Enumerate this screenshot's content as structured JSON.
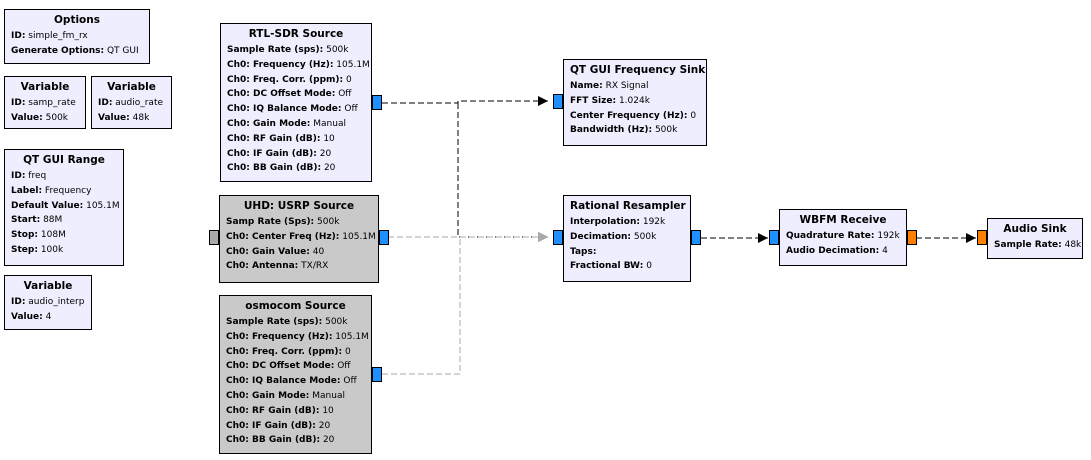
{
  "blocks": {
    "options": {
      "title": "Options",
      "params": [
        {
          "label": "ID:",
          "value": "simple_fm_rx"
        },
        {
          "label": "Generate Options:",
          "value": "QT GUI"
        }
      ]
    },
    "var_samp_rate": {
      "title": "Variable",
      "params": [
        {
          "label": "ID:",
          "value": "samp_rate"
        },
        {
          "label": "Value:",
          "value": "500k"
        }
      ]
    },
    "var_audio_rate": {
      "title": "Variable",
      "params": [
        {
          "label": "ID:",
          "value": "audio_rate"
        },
        {
          "label": "Value:",
          "value": "48k"
        }
      ]
    },
    "qt_range": {
      "title": "QT GUI Range",
      "params": [
        {
          "label": "ID:",
          "value": "freq"
        },
        {
          "label": "Label:",
          "value": "Frequency"
        },
        {
          "label": "Default Value:",
          "value": "105.1M"
        },
        {
          "label": "Start:",
          "value": "88M"
        },
        {
          "label": "Stop:",
          "value": "108M"
        },
        {
          "label": "Step:",
          "value": "100k"
        }
      ]
    },
    "var_audio_interp": {
      "title": "Variable",
      "params": [
        {
          "label": "ID:",
          "value": "audio_interp"
        },
        {
          "label": "Value:",
          "value": "4"
        }
      ]
    },
    "rtl_source": {
      "title": "RTL-SDR Source",
      "params": [
        {
          "label": "Sample Rate (sps):",
          "value": "500k"
        },
        {
          "label": "Ch0: Frequency (Hz):",
          "value": "105.1M"
        },
        {
          "label": "Ch0: Freq. Corr. (ppm):",
          "value": "0"
        },
        {
          "label": "Ch0: DC Offset Mode:",
          "value": "Off"
        },
        {
          "label": "Ch0: IQ Balance Mode:",
          "value": "Off"
        },
        {
          "label": "Ch0: Gain Mode:",
          "value": "Manual"
        },
        {
          "label": "Ch0: RF Gain (dB):",
          "value": "10"
        },
        {
          "label": "Ch0: IF Gain (dB):",
          "value": "20"
        },
        {
          "label": "Ch0: BB Gain (dB):",
          "value": "20"
        }
      ]
    },
    "uhd_source": {
      "title": "UHD: USRP Source",
      "params": [
        {
          "label": "Samp Rate (Sps):",
          "value": "500k"
        },
        {
          "label": "Ch0: Center Freq (Hz):",
          "value": "105.1M"
        },
        {
          "label": "Ch0: Gain Value:",
          "value": "40"
        },
        {
          "label": "Ch0: Antenna:",
          "value": "TX/RX"
        }
      ]
    },
    "osmocom_source": {
      "title": "osmocom Source",
      "params": [
        {
          "label": "Sample Rate (sps):",
          "value": "500k"
        },
        {
          "label": "Ch0: Frequency (Hz):",
          "value": "105.1M"
        },
        {
          "label": "Ch0: Freq. Corr. (ppm):",
          "value": "0"
        },
        {
          "label": "Ch0: DC Offset Mode:",
          "value": "Off"
        },
        {
          "label": "Ch0: IQ Balance Mode:",
          "value": "Off"
        },
        {
          "label": "Ch0: Gain Mode:",
          "value": "Manual"
        },
        {
          "label": "Ch0: RF Gain (dB):",
          "value": "10"
        },
        {
          "label": "Ch0: IF Gain (dB):",
          "value": "20"
        },
        {
          "label": "Ch0: BB Gain (dB):",
          "value": "20"
        }
      ]
    },
    "freq_sink": {
      "title": "QT GUI Frequency Sink",
      "params": [
        {
          "label": "Name:",
          "value": "RX Signal"
        },
        {
          "label": "FFT Size:",
          "value": "1.024k"
        },
        {
          "label": "Center Frequency (Hz):",
          "value": "0"
        },
        {
          "label": "Bandwidth (Hz):",
          "value": "500k"
        }
      ]
    },
    "resampler": {
      "title": "Rational Resampler",
      "params": [
        {
          "label": "Interpolation:",
          "value": "192k"
        },
        {
          "label": "Decimation:",
          "value": "500k"
        },
        {
          "label": "Taps:",
          "value": ""
        },
        {
          "label": "Fractional BW:",
          "value": "0"
        }
      ]
    },
    "wbfm": {
      "title": "WBFM Receive",
      "params": [
        {
          "label": "Quadrature Rate:",
          "value": "192k"
        },
        {
          "label": "Audio Decimation:",
          "value": "4"
        }
      ]
    },
    "audio_sink": {
      "title": "Audio Sink",
      "params": [
        {
          "label": "Sample Rate:",
          "value": "48k"
        }
      ]
    }
  },
  "colors": {
    "block_bg": "#eeeeff",
    "disabled_bg": "#c9c9c9",
    "complex_port": "#1e90ff",
    "float_port": "#ff7f00",
    "disabled_port": "#a9a9a9"
  }
}
